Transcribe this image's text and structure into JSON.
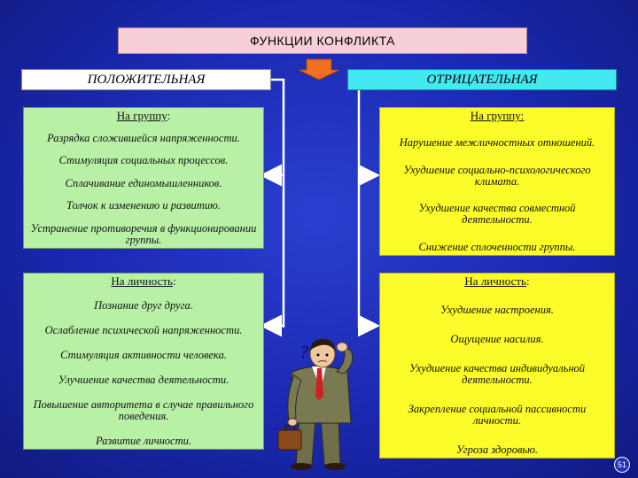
{
  "title": "ФУНКЦИИ КОНФЛИКТА",
  "positive": {
    "heading": "ПОЛОЖИТЕЛЬНАЯ",
    "group": {
      "label": "На группу",
      "colon": ":",
      "items": [
        "Разрядка сложившейся напряженности.",
        "Стимуляция социальных процессов.",
        "Сплачивание единомышленников.",
        "Толчок к изменению и развитию.",
        "Устранение противоречия в функционировании группы."
      ]
    },
    "person": {
      "label": "На личность",
      "colon": ":",
      "items": [
        "Познание друг друга.",
        "Ослабление психической напряженности.",
        "Стимуляция активности человека.",
        "Улучшение качества деятельности.",
        "Повышение авторитета в случае правильного поведения.",
        "Развитие личности."
      ]
    }
  },
  "negative": {
    "heading": "ОТРИЦАТЕЛЬНАЯ",
    "group": {
      "label": "На группу:",
      "items": [
        "Нарушение межличностных отношений.",
        "Ухудшение социально-психологического климата.",
        "Ухудшение качества совместной деятельности.",
        "Снижение сплоченности группы."
      ]
    },
    "person": {
      "label": "На личность",
      "colon": ":",
      "items": [
        "Ухудшение настроения.",
        "Ощущение насилия.",
        "Ухудшение качества индивидуальной деятельности.",
        "Закрепление социальной пассивности личности.",
        "Угроза здоровью."
      ]
    }
  },
  "page_number": "51",
  "colors": {
    "background": "#1a28b0",
    "title_box": "#f6d0d6",
    "positive_header": "#ffffff",
    "negative_header": "#44e8f0",
    "positive_box": "#b8f0a6",
    "negative_box": "#fbfb2a",
    "connector": "#ffffff",
    "down_arrow": "#f07020"
  },
  "illustration": "confused-man-with-briefcase-icon"
}
